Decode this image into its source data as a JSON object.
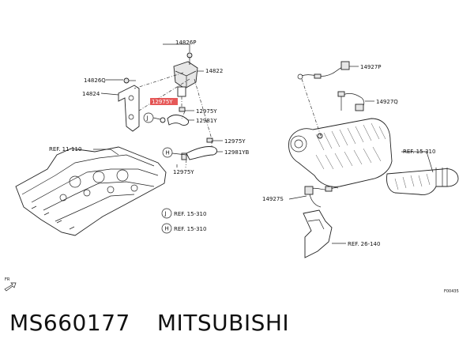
{
  "labels": {
    "p14826P": "14826P",
    "p14822": "14822",
    "p14826Q": "14826Q",
    "p14824": "14824",
    "p12975Y_hl": "12975Y",
    "p12975Y_a": "12975Y",
    "p12981Y": "12981Y",
    "p12975Y_b": "12975Y",
    "p12981YB": "12981YB",
    "p12975Y_c": "12975Y",
    "ref11110": "REF. 11-110",
    "refJ": "REF. 15-310",
    "refH": "REF. 15-310",
    "p14927P": "14927P",
    "p14927Q": "14927Q",
    "ref15310": "REF. 15-310",
    "p14927S": "14927S",
    "ref26140": "REF. 26-140",
    "circleJ": "J",
    "circleH": "H",
    "circleJ2": "J",
    "circleH2": "H",
    "fr": "FR",
    "figcode": "F00435"
  },
  "caption": {
    "part_number": "MS660177",
    "brand": "MITSUBISHI"
  },
  "colors": {
    "highlight": "#e23b3b"
  }
}
